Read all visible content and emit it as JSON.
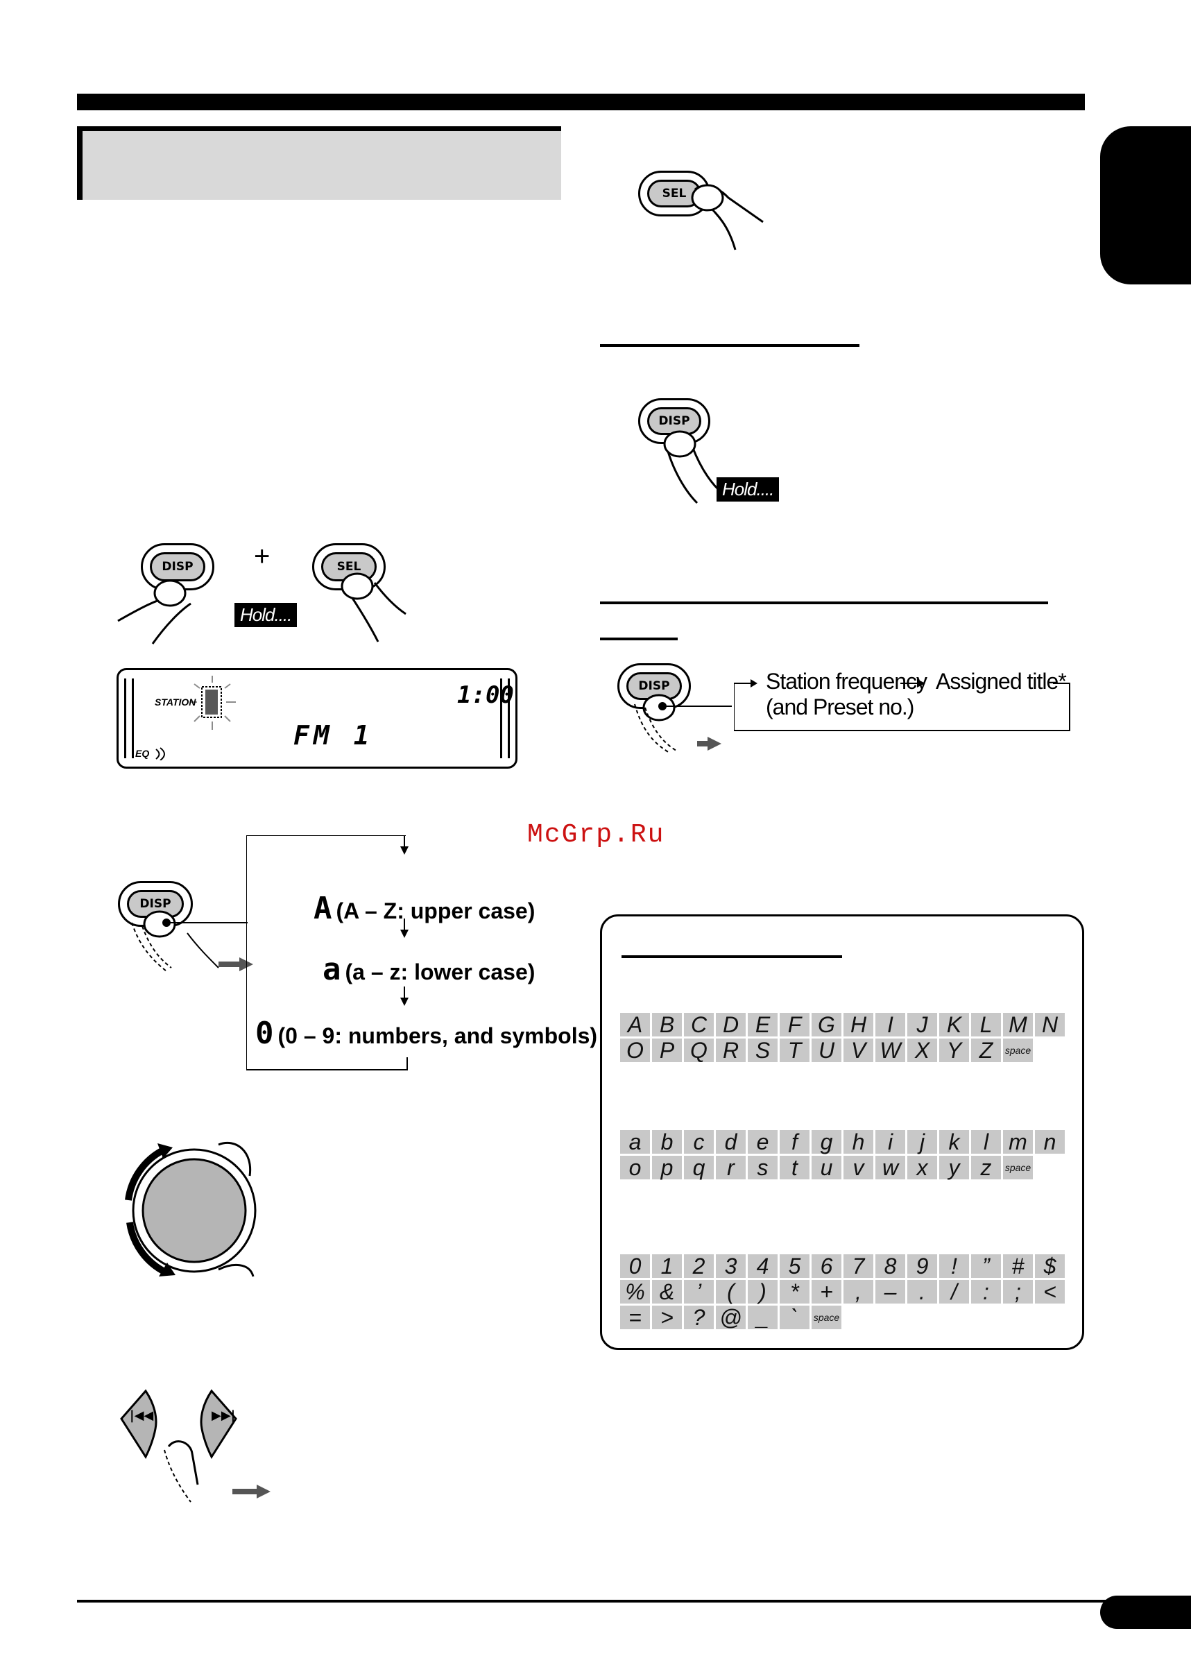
{
  "buttons": {
    "disp": "DISP",
    "sel": "SEL",
    "hold": "Hold....",
    "plus": "+"
  },
  "lcd": {
    "station": "STATION",
    "time": "1:00",
    "band": "FM 1",
    "eq": "EQ"
  },
  "modes": {
    "upper_glyph": "A",
    "upper_label": "(A – Z: upper case)",
    "lower_glyph": "a",
    "lower_label": "(a – z: lower case)",
    "number_glyph": "0",
    "number_label": "(0 – 9: numbers, and symbols)"
  },
  "display_flow": {
    "item1_line1": "Station frequency",
    "item1_line2": "(and Preset no.)",
    "item2": "Assigned title*"
  },
  "watermark": "McGrp.Ru",
  "char_table": {
    "upper_row1": [
      "A",
      "B",
      "C",
      "D",
      "E",
      "F",
      "G",
      "H",
      "I",
      "J",
      "K",
      "L",
      "M",
      "N"
    ],
    "upper_row2": [
      "O",
      "P",
      "Q",
      "R",
      "S",
      "T",
      "U",
      "V",
      "W",
      "X",
      "Y",
      "Z",
      "space"
    ],
    "lower_row1": [
      "a",
      "b",
      "c",
      "d",
      "e",
      "f",
      "g",
      "h",
      "i",
      "j",
      "k",
      "l",
      "m",
      "n"
    ],
    "lower_row2": [
      "o",
      "p",
      "q",
      "r",
      "s",
      "t",
      "u",
      "v",
      "w",
      "x",
      "y",
      "z",
      "space"
    ],
    "sym_row1": [
      "0",
      "1",
      "2",
      "3",
      "4",
      "5",
      "6",
      "7",
      "8",
      "9",
      "!",
      "”",
      "#",
      "$"
    ],
    "sym_row2": [
      "%",
      "&",
      "’",
      "(",
      ")",
      "*",
      "+",
      ",",
      "–",
      ".",
      "/",
      ":",
      ";",
      "<"
    ],
    "sym_row3": [
      "=",
      ">",
      "?",
      "@",
      "_",
      "`",
      "space"
    ]
  },
  "colors": {
    "cell_gray": "#c8c8c8",
    "button_gray": "#c9c9c9",
    "watermark_red": "#cc1111"
  }
}
